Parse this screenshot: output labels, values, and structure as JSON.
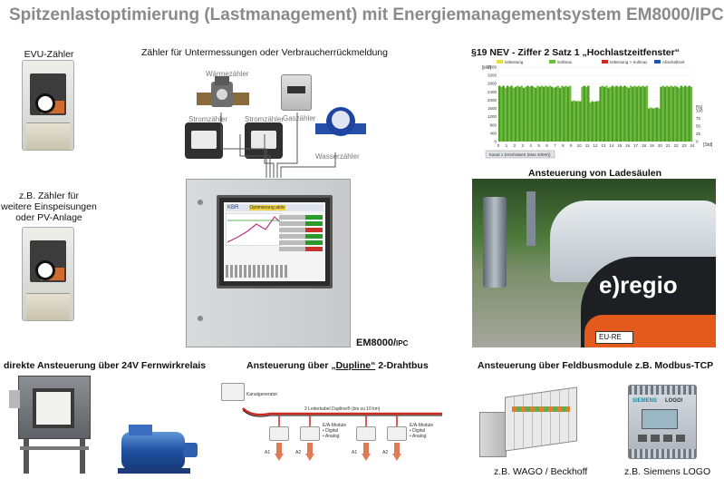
{
  "title": "Spitzenlastoptimierung (Lastmanagement) mit Energiemanagementsystem EM8000/IPC",
  "sections": {
    "evu_meter": "EVU-Zähler",
    "sub_meters": "Zähler für Untermessungen oder Verbraucherrückmeldung",
    "nev": "§19 NEV - Ziffer 2   Satz 1 „Hochlastzeitfenster“",
    "further_meter_1": "z.B. Zähler für",
    "further_meter_2": "weitere Einspeisungen",
    "further_meter_3": "oder PV-Anlage",
    "charging": "Ansteuerung von Ladesäulen",
    "direct": "direkte Ansteuerung über 24V Fernwirkrelais",
    "dupline_pre": "Ansteuerung über ",
    "dupline_name": "„Dupline“",
    "dupline_post": " 2-Drahtbus",
    "fieldbus": "Ansteuerung über Feldbusmodule z.B. Modbus-TCP",
    "wago": "z.B. WAGO / Beckhoff",
    "siemens": "z.B. Siemens LOGO"
  },
  "meters": {
    "waerme": "Wärmezähler",
    "strom1": "Stromzähler",
    "strom2": "Stromzähler",
    "gas": "Gaszähler",
    "wasser": "Wasserzähler"
  },
  "device": {
    "name": "EM8000/",
    "sub": "IPC",
    "screen_brand": "KBR",
    "screen_tab": "Optimierung aktiv"
  },
  "dupline_diagram": {
    "generator": "Kanalgenerator",
    "cable": "2 Leiterkabel Dupline® (bis zu 10 km)",
    "module_1": "E/A-Module",
    "module_1_a": "• Digital",
    "module_1_b": "• Analog",
    "module_2": "E/A-Module",
    "module_2_a": "• Digital",
    "module_2_b": "• Analog",
    "out_a1": "A1",
    "out_a2": "A2",
    "out_a1b": "A1",
    "out_a2b": "A2"
  },
  "charging_photo": {
    "brand": "e)regio",
    "plate": "EU-RE"
  },
  "plc": {
    "brand": "SIEMENS",
    "model": "LOGO!"
  },
  "colors": {
    "title": "#8a8a8a",
    "chart_bar": "#6dbd3a",
    "chart_bar_dark": "#4e9a2a",
    "cable": "#cc2b22"
  },
  "chart_data": {
    "type": "bar",
    "legend": [
      "Istleistung",
      "Sollmax",
      "Istleistung > Sollmax",
      "Abschaltzeit"
    ],
    "y_unit": "[kW]",
    "y2_unit": "[%]",
    "x_unit": "[Std]",
    "ylim": [
      0,
      3600
    ],
    "y_ticks": [
      0,
      400,
      800,
      1200,
      1600,
      2000,
      2400,
      2800,
      3200,
      3600
    ],
    "y2_ticks": [
      0,
      25,
      50,
      75,
      100
    ],
    "x_ticks": [
      0,
      1,
      2,
      3,
      4,
      5,
      6,
      7,
      8,
      9,
      10,
      11,
      12,
      13,
      14,
      15,
      16,
      17,
      18,
      19,
      20,
      21,
      22,
      23,
      24
    ],
    "footer": "Kanal 1 (Höchstwert (Max 40kW))",
    "values": [
      2700,
      2650,
      2700,
      2600,
      2700,
      2650,
      2700,
      2600,
      2650,
      2700,
      2650,
      2700,
      2600,
      2650,
      2700,
      2650,
      2700,
      2650,
      2600,
      2700,
      2650,
      2700,
      2650,
      2700,
      2650,
      2700,
      2650,
      2600,
      2650,
      2700,
      2600,
      2700,
      2650,
      2700,
      2650,
      2700,
      1950,
      1980,
      1950,
      1960,
      1950,
      2650,
      2700,
      2650,
      2700,
      1900,
      1950,
      1920,
      1950,
      1960,
      2650,
      2700,
      2650,
      2700,
      2600,
      2650,
      2700,
      2650,
      2700,
      2650,
      2700,
      2650,
      2700,
      2650,
      2600,
      2700,
      2650,
      2700,
      2650,
      2700,
      2650,
      2700,
      2650,
      2700,
      1600,
      1650,
      1600,
      1620,
      1650,
      1600,
      2650,
      2700,
      2650,
      2700,
      2650,
      2700,
      2650,
      2700,
      2650,
      2600,
      2700,
      2650,
      2700,
      2650,
      2700,
      2650
    ]
  }
}
